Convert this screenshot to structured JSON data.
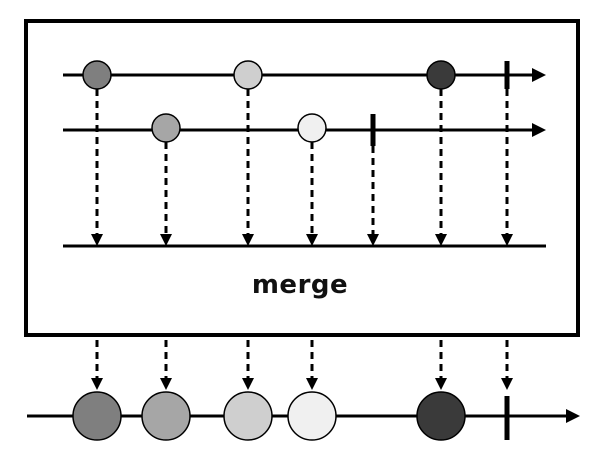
{
  "operator": {
    "label": "merge"
  },
  "colors": {
    "stroke": "#000000",
    "marble_a": "#7f7f7f",
    "marble_b": "#a6a6a6",
    "marble_c": "#cfcfcf",
    "marble_d": "#f0f0f0",
    "marble_e": "#3a3a3a"
  },
  "streams": {
    "input_1": {
      "marbles": [
        "marble_a",
        "marble_c",
        "marble_e"
      ],
      "completes": true
    },
    "input_2": {
      "marbles": [
        "marble_b",
        "marble_d"
      ],
      "completes": true
    },
    "output": {
      "marbles": [
        "marble_a",
        "marble_b",
        "marble_c",
        "marble_d",
        "marble_e"
      ],
      "completes": true
    }
  }
}
